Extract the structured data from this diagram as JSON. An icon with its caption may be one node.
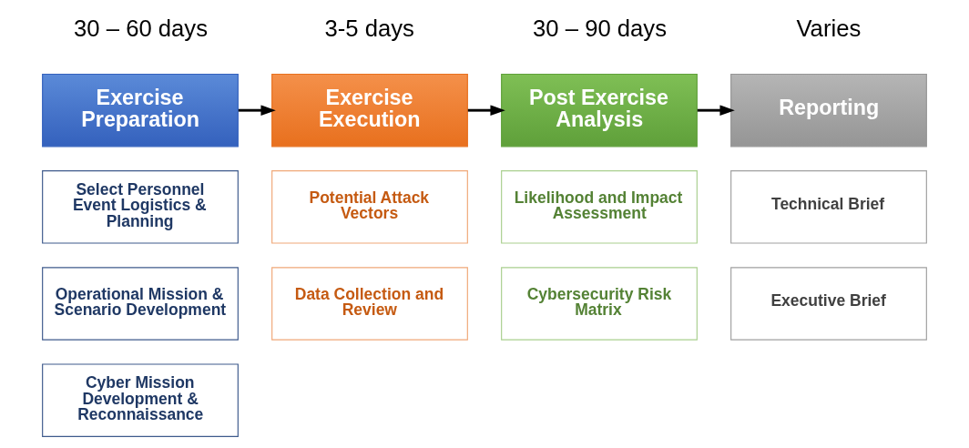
{
  "diagram": {
    "nodes": [
      {
        "text": [
          "Exercise Preparation"
        ],
        "beside": [
          "30 – 60 days"
        ]
      },
      {
        "text": [
          "Exercise Execution"
        ],
        "beside": [
          "3-5 days"
        ]
      },
      {
        "text": [
          "Post Exercise Analysis"
        ],
        "beside": [
          "30 – 90 days"
        ]
      },
      {
        "text": [
          "Reporting"
        ],
        "beside": [
          "Varies"
        ]
      },
      {
        "text": [
          "Select Personnel Event Logistics & Planning"
        ]
      },
      {
        "text": [
          "Operational Mission & Scenario Development"
        ]
      },
      {
        "text": [
          "Cyber Mission Development & Reconnaissance"
        ]
      },
      {
        "text": [
          "Potential Attack Vectors"
        ]
      },
      {
        "text": [
          "Data Collection and Review"
        ]
      },
      {
        "text": [
          "Likelihood and Impact Assessment"
        ]
      },
      {
        "text": [
          "Cybersecurity Risk Matrix"
        ]
      },
      {
        "text": [
          "Technical Brief"
        ]
      },
      {
        "text": [
          "Executive Brief"
        ]
      }
    ],
    "edges": [
      {
        "from": 0,
        "to": 1,
        "arrow": "to"
      },
      {
        "from": 1,
        "to": 2,
        "arrow": "to"
      },
      {
        "from": 2,
        "to": 3,
        "arrow": "to"
      }
    ]
  }
}
